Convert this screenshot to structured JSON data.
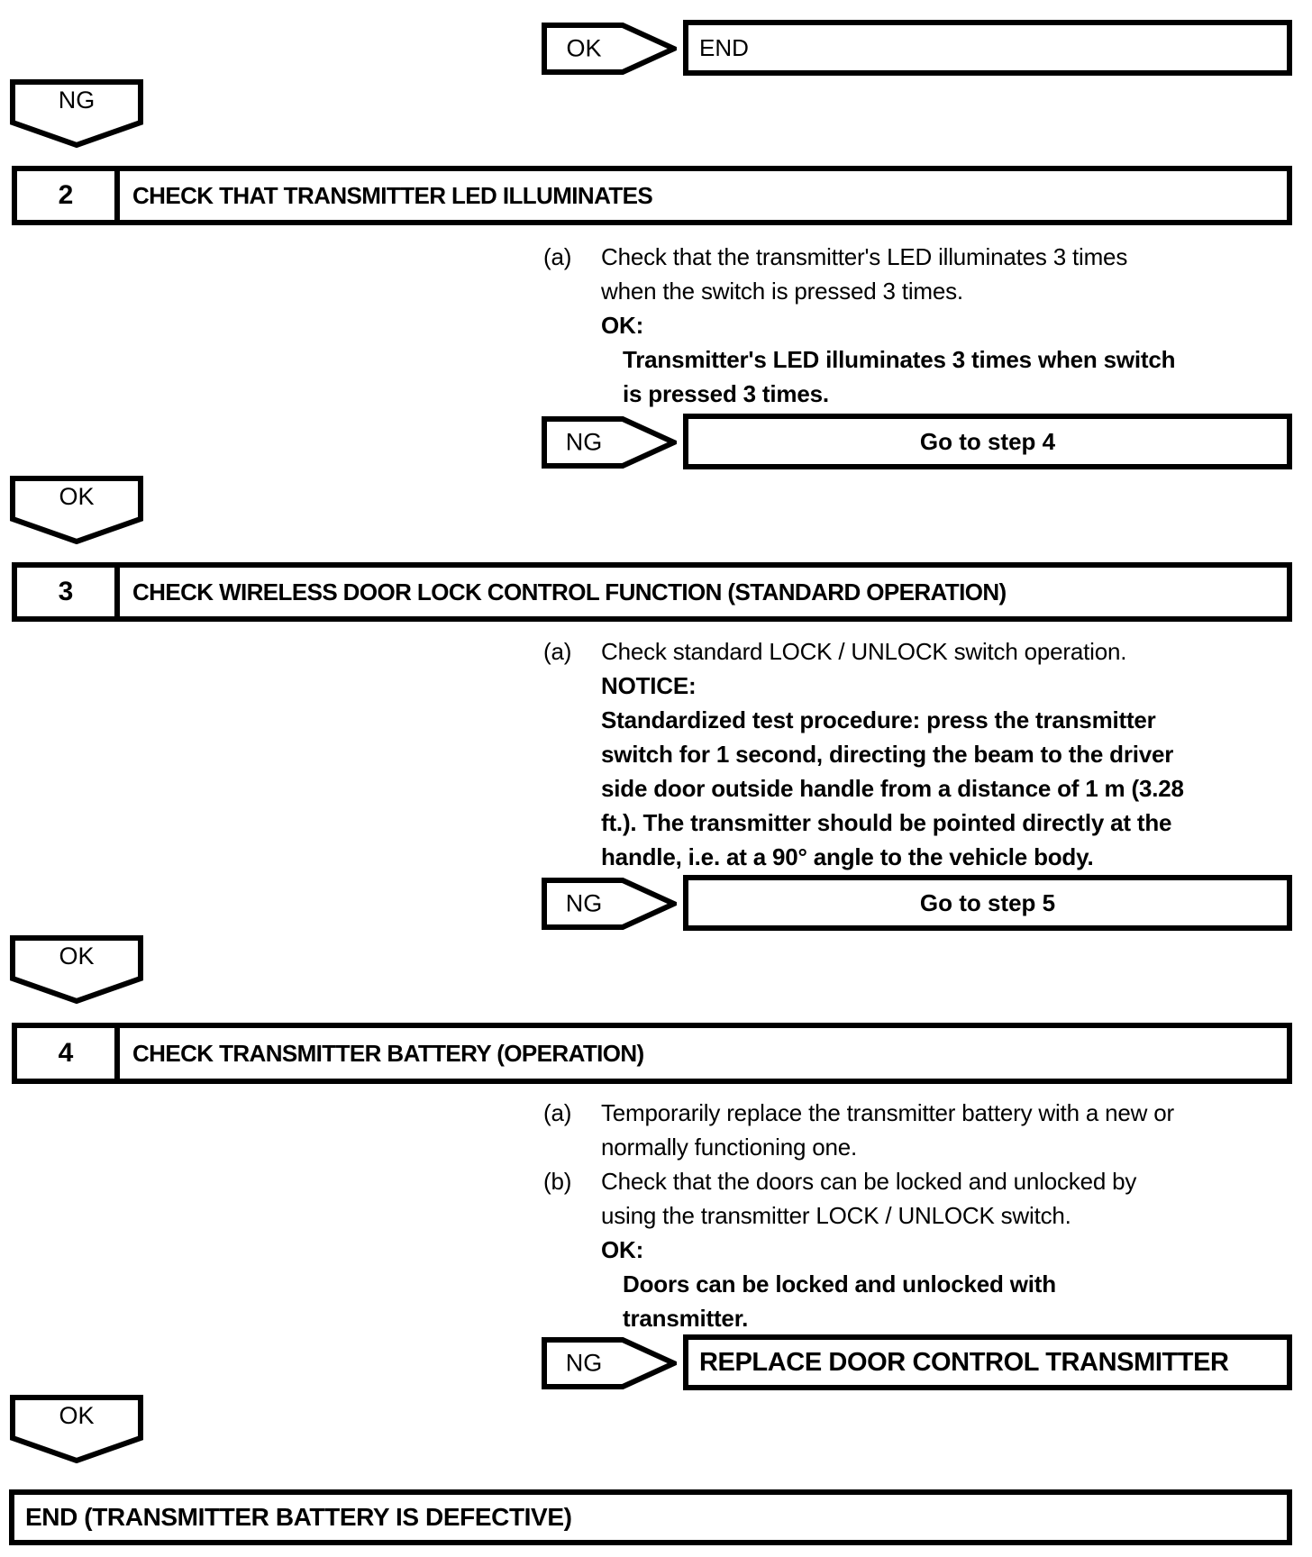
{
  "page": {
    "background": "#ffffff",
    "line_color": "#000000"
  },
  "top_flow": {
    "ok_label": "OK",
    "end_label": "END"
  },
  "connectors": {
    "ng_down": "NG",
    "ok_down_after_step2": "OK",
    "ok_down_after_step3": "OK",
    "ok_down_after_step4": "OK"
  },
  "steps": [
    {
      "number": "2",
      "title": "CHECK THAT TRANSMITTER LED ILLUMINATES",
      "lines": [
        {
          "label": "(a)",
          "text": "Check that the transmitter's LED illuminates 3 times"
        },
        {
          "label": "",
          "text": "when the switch is pressed 3 times."
        },
        {
          "label": "",
          "text": "OK:"
        },
        {
          "label": "",
          "text": "Transmitter's LED illuminates 3 times when switch"
        },
        {
          "label": "",
          "text": "is pressed 3 times."
        }
      ],
      "ng_label": "NG",
      "ng_result": "Go to step 4"
    },
    {
      "number": "3",
      "title": "CHECK WIRELESS DOOR LOCK CONTROL FUNCTION (STANDARD OPERATION)",
      "lines": [
        {
          "label": "(a)",
          "text": "Check standard LOCK / UNLOCK switch operation."
        },
        {
          "label": "",
          "text": "NOTICE:"
        },
        {
          "label": "",
          "text": "Standardized test procedure: press the transmitter"
        },
        {
          "label": "",
          "text": "switch for 1 second, directing the beam to the driver"
        },
        {
          "label": "",
          "text": "side door outside handle from a distance of 1 m (3.28"
        },
        {
          "label": "",
          "text": "ft.). The transmitter should be pointed directly at the"
        },
        {
          "label": "",
          "text": "handle, i.e. at a 90° angle to the vehicle body."
        }
      ],
      "ng_label": "NG",
      "ng_result": "Go to step 5"
    },
    {
      "number": "4",
      "title": "CHECK TRANSMITTER BATTERY (OPERATION)",
      "lines": [
        {
          "label": "(a)",
          "text": "Temporarily replace the transmitter battery with a new or"
        },
        {
          "label": "",
          "text": "normally functioning one."
        },
        {
          "label": "(b)",
          "text": "Check that the doors can be locked and unlocked by"
        },
        {
          "label": "",
          "text": "using the transmitter LOCK / UNLOCK switch."
        },
        {
          "label": "",
          "text": "OK:"
        },
        {
          "label": "",
          "text": "Doors can be locked and unlocked with"
        },
        {
          "label": "",
          "text": "transmitter."
        }
      ],
      "ng_label": "NG",
      "ng_result": "REPLACE DOOR CONTROL TRANSMITTER"
    }
  ],
  "final_end": "END (TRANSMITTER BATTERY IS DEFECTIVE)"
}
